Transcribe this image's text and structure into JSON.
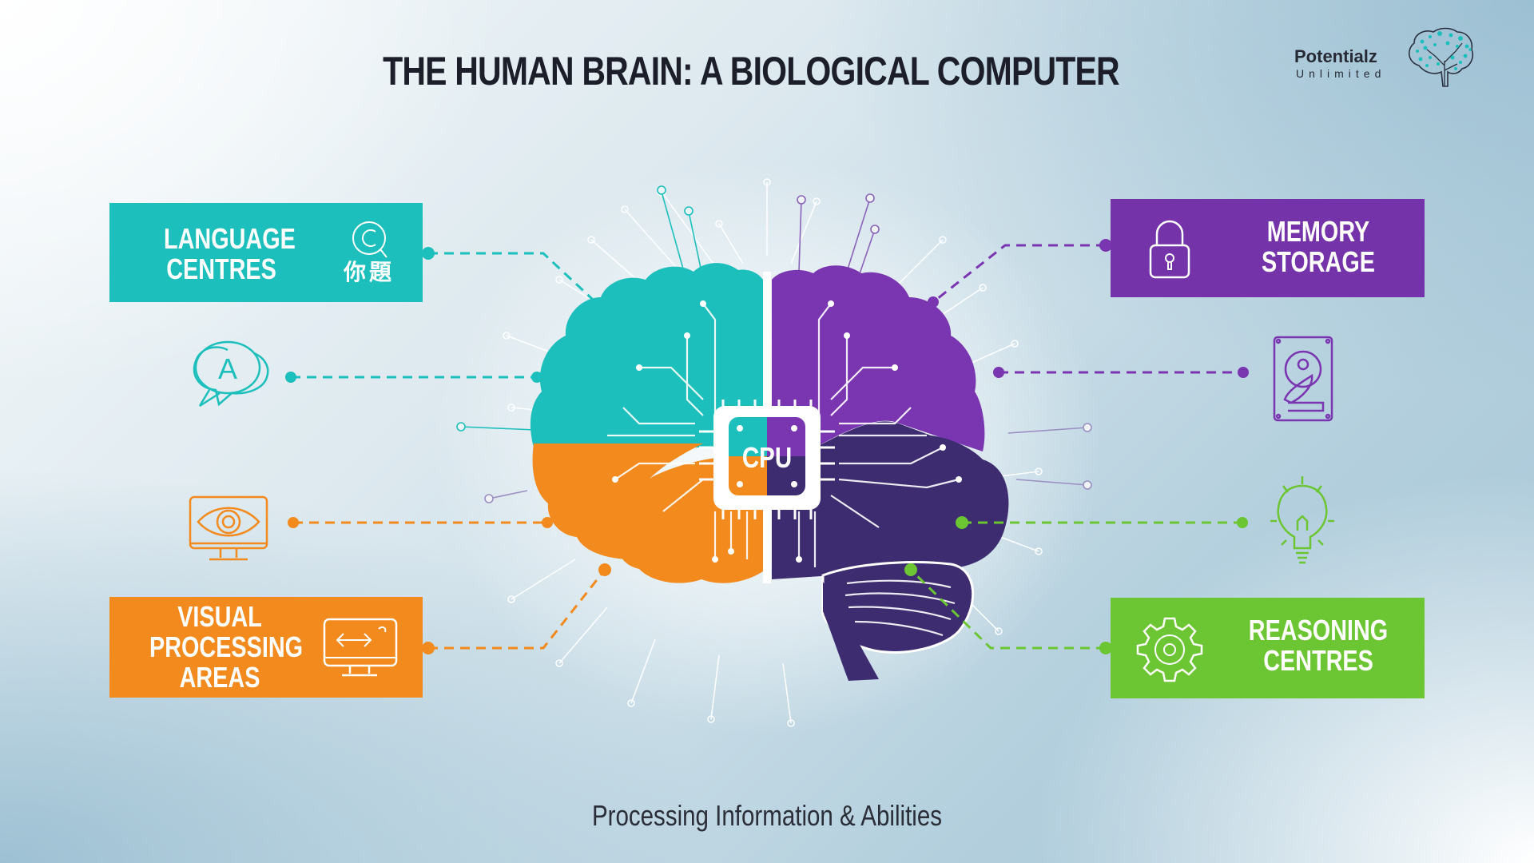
{
  "header": {
    "title": "THE HUMAN BRAIN: A BIOLOGICAL COMPUTER",
    "subtitle": "Processing Information & Abilities"
  },
  "logo": {
    "name": "Potentialz",
    "tagline": "Unlimited",
    "icon": "brain-tree-icon"
  },
  "colors": {
    "teal": "#1cbfbb",
    "purple": "#7433a8",
    "orange": "#f28a1e",
    "green": "#6cc532",
    "navy": "#3f2f72",
    "title": "#1c1f2a"
  },
  "boxes": [
    {
      "id": "language",
      "label": "LANGUAGE\nCENTRES",
      "color": "#1cbfbb",
      "icon": "magnifier-characters-icon"
    },
    {
      "id": "memory",
      "label": "MEMORY\nSTORAGE",
      "color": "#7433a8",
      "icon": "padlock-icon"
    },
    {
      "id": "visual",
      "label": "VISUAL\nPROCESSING\nAREAS",
      "color": "#f28a1e",
      "icon": "monitor-arrows-icon"
    },
    {
      "id": "reasoning",
      "label": "REASONING\nCENTRES",
      "color": "#6cc532",
      "icon": "gear-icon"
    }
  ],
  "side_icons": [
    {
      "id": "speech",
      "icon": "speech-bubble-a-icon",
      "glyph": "A",
      "color": "#1cbfbb"
    },
    {
      "id": "eye",
      "icon": "eye-monitor-icon",
      "color": "#f28a1e"
    },
    {
      "id": "hdd",
      "icon": "hard-drive-icon",
      "color": "#7433a8"
    },
    {
      "id": "bulb",
      "icon": "lightbulb-icon",
      "color": "#6cc532"
    }
  ],
  "brain": {
    "chip_label": "CPU",
    "regions": [
      "teal-frontal-left",
      "purple-frontal-right",
      "orange-occipital-left",
      "navy-temporal-right",
      "navy-cerebellum"
    ]
  }
}
